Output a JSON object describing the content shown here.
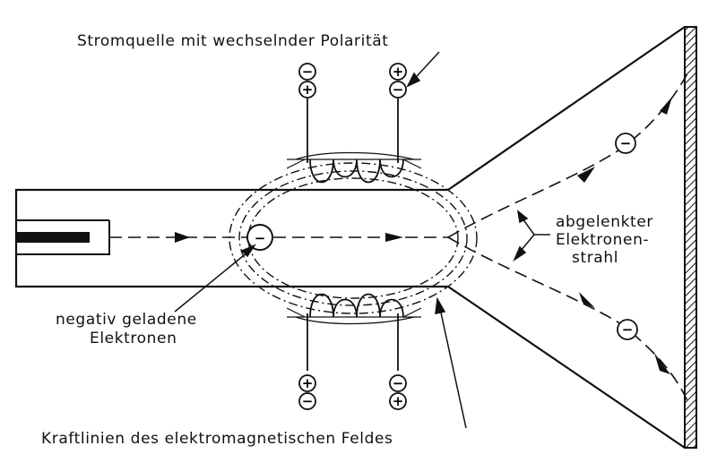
{
  "labels": {
    "power_source": "Stromquelle mit wechselnder Polarität",
    "deflected_beam_line1": "abgelenkter",
    "deflected_beam_line2": "Elektronen-",
    "deflected_beam_line3": "strahl",
    "electrons_line1": "negativ geladene",
    "electrons_line2": "Elektronen",
    "field_lines": "Kraftlinien des elektromagnetischen Feldes"
  },
  "terminals": {
    "top_left": [
      "−",
      "+"
    ],
    "top_right": [
      "+",
      "−"
    ],
    "bottom_left": [
      "+",
      "−"
    ],
    "bottom_right": [
      "−",
      "+"
    ]
  },
  "particle_sign": "−",
  "colors": {
    "ink": "#111111",
    "background": "#ffffff"
  }
}
